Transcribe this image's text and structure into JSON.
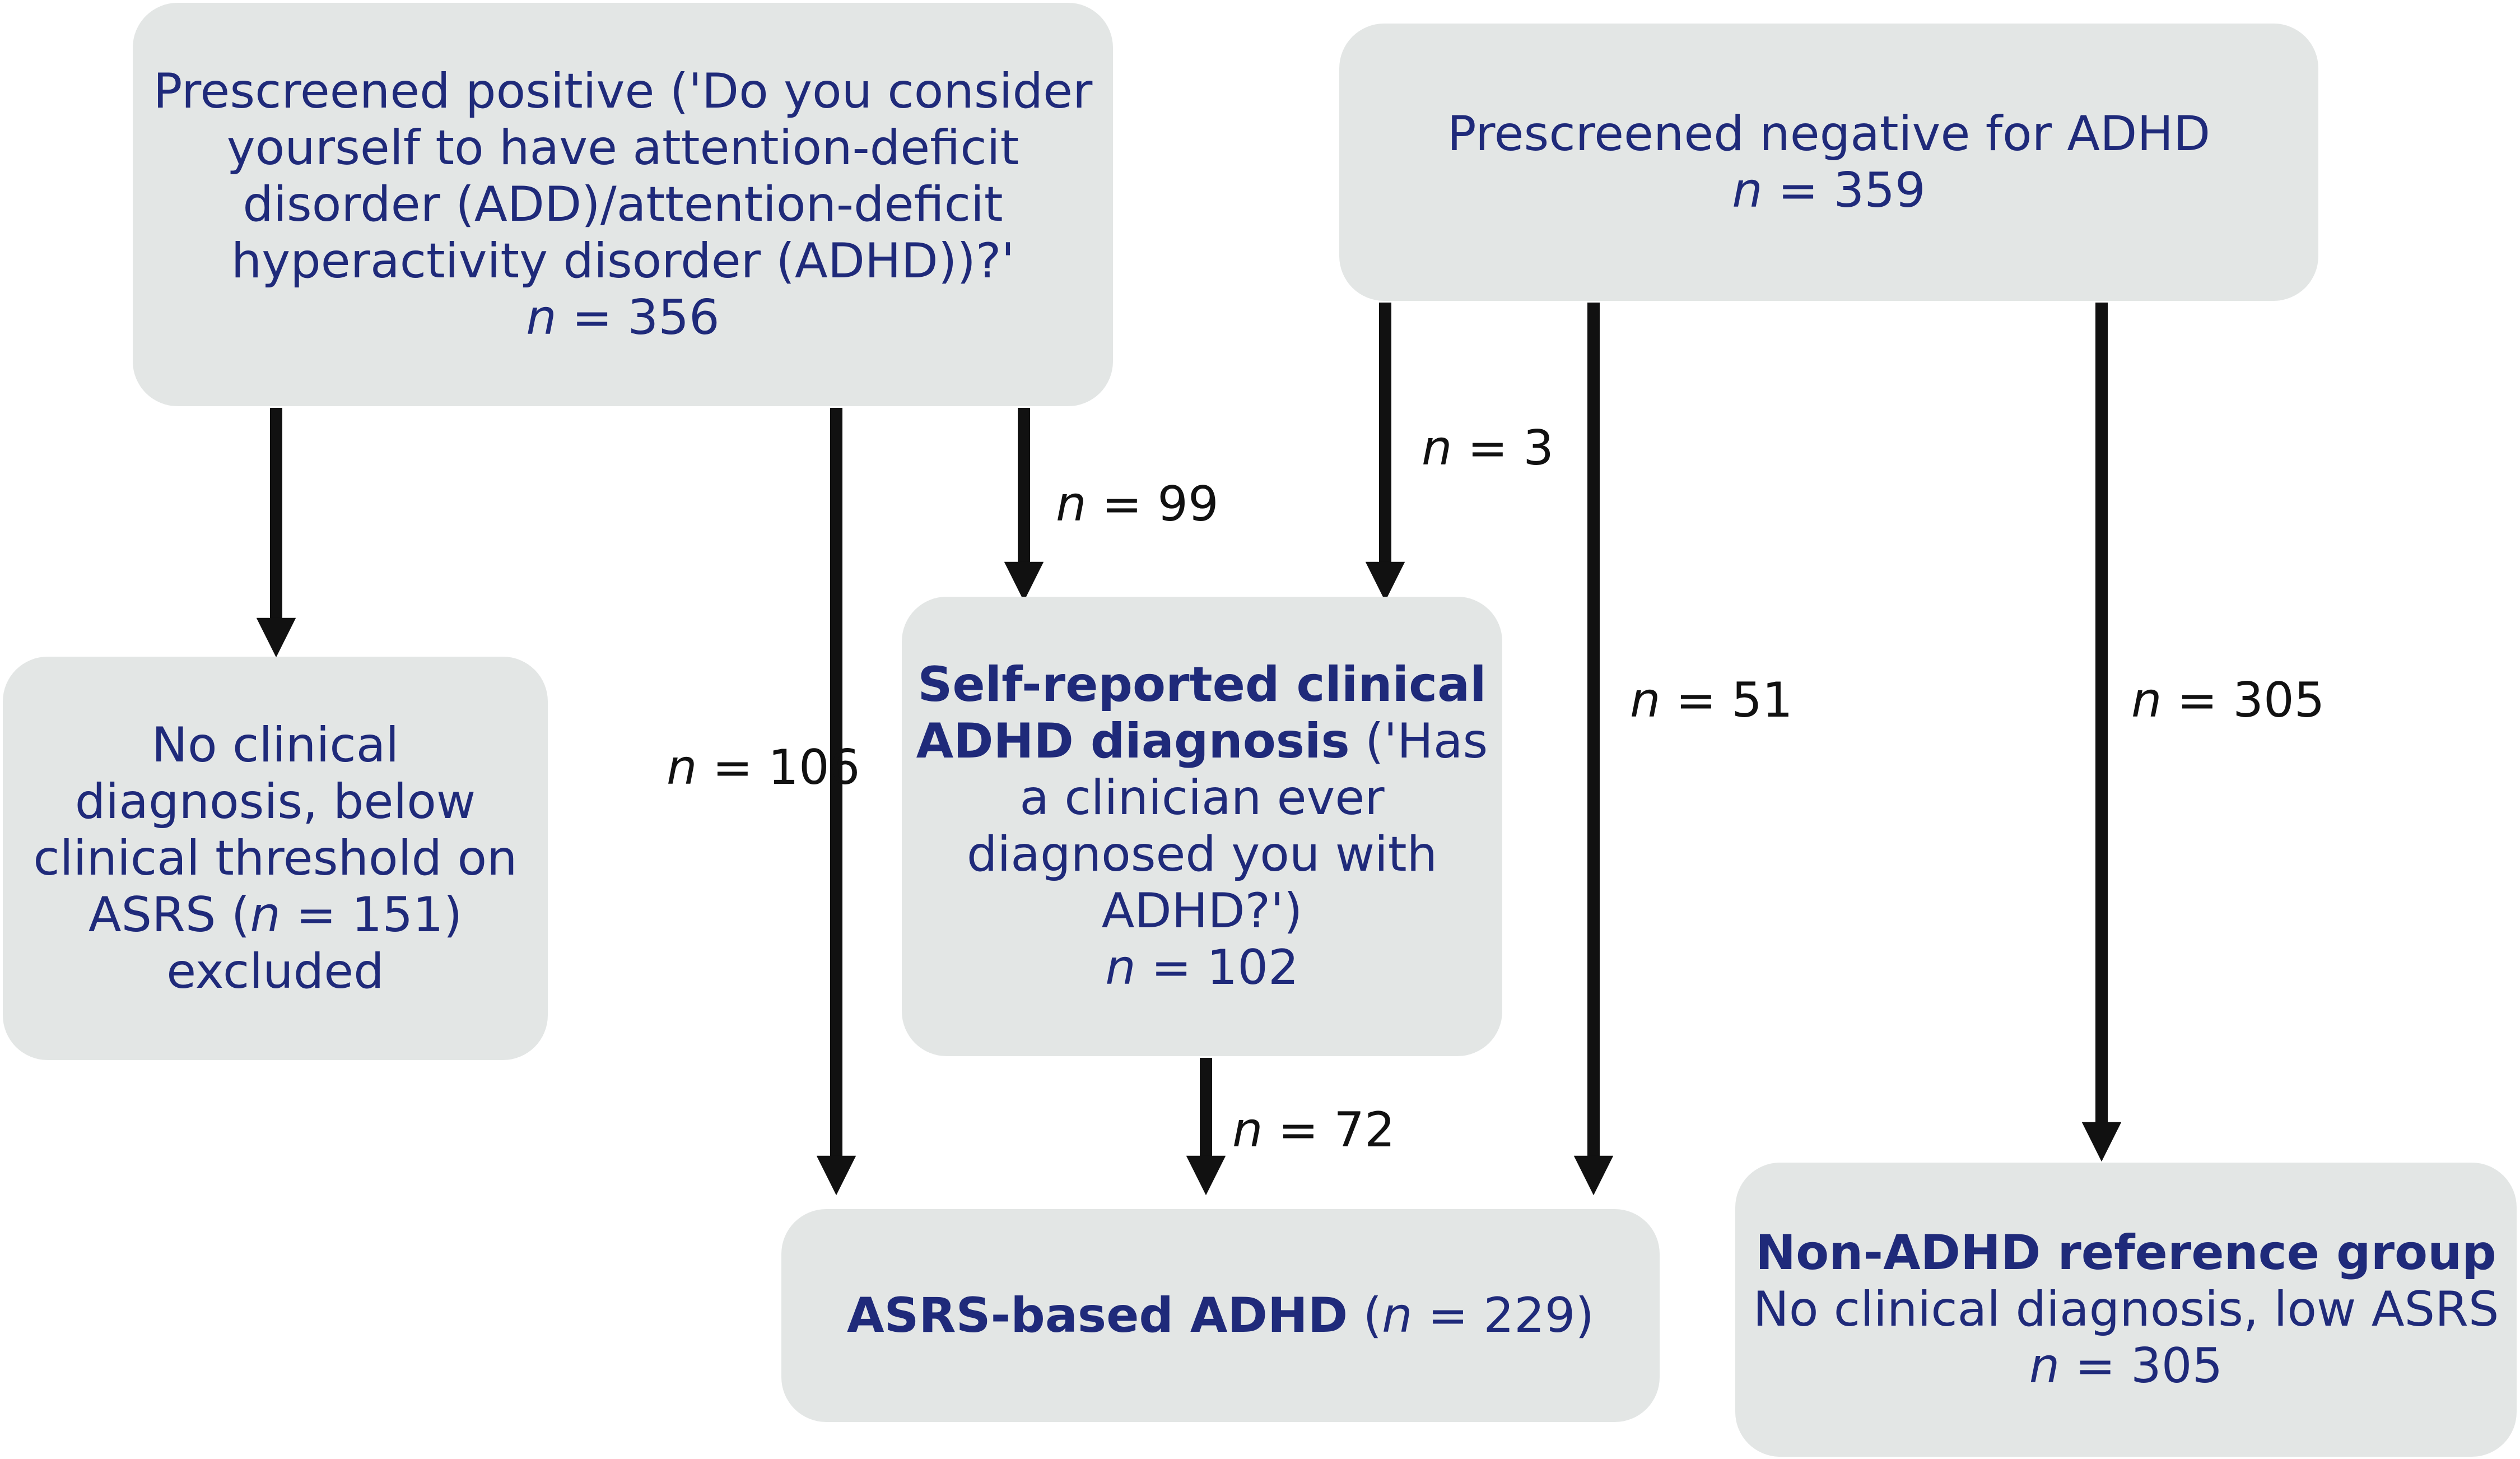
{
  "colors": {
    "box_fill": "#e3e6e5",
    "box_text": "#1f2a7a",
    "arrow": "#111111",
    "label_text": "#111111"
  },
  "boxes": {
    "prescreen_pos": {
      "lines": [
        "Prescreened positive ('Do you consider",
        "yourself to have attention-deficit",
        "disorder (ADD)/attention-deficit",
        "hyperactivity disorder (ADHD))?'"
      ],
      "n_var": "n",
      "n_value": "= 356"
    },
    "prescreen_neg": {
      "line1": "Prescreened negative for ADHD",
      "n_var": "n",
      "n_value": "= 359"
    },
    "excluded": {
      "lines": [
        "No clinical",
        "diagnosis, below",
        "clinical threshold on"
      ],
      "line4_pre": "ASRS (",
      "n_var": "n",
      "line4_post": "= 151)",
      "line5": "excluded"
    },
    "self_report": {
      "bold_line1": "Self-reported clinical",
      "bold_line2": "ADHD diagnosis",
      "line2_rest": " ('Has",
      "lines": [
        "a clinician ever",
        "diagnosed you with",
        "ADHD?')"
      ],
      "n_var": "n",
      "n_value": "= 102"
    },
    "asrs_adhd": {
      "bold_text": "ASRS-based ADHD",
      "pre": " (",
      "n_var": "n",
      "post": "= 229)"
    },
    "non_adhd": {
      "bold_line": "Non-ADHD reference group",
      "line2": "No clinical diagnosis, low ASRS",
      "n_var": "n",
      "n_value": "= 305"
    }
  },
  "flow_labels": {
    "n99": {
      "var": "n",
      "value": "= 99"
    },
    "n3": {
      "var": "n",
      "value": "= 3"
    },
    "n106": {
      "var": "n",
      "value": "= 106"
    },
    "n51": {
      "var": "n",
      "value": "= 51"
    },
    "n305": {
      "var": "n",
      "value": "= 305"
    },
    "n72": {
      "var": "n",
      "value": "= 72"
    }
  }
}
